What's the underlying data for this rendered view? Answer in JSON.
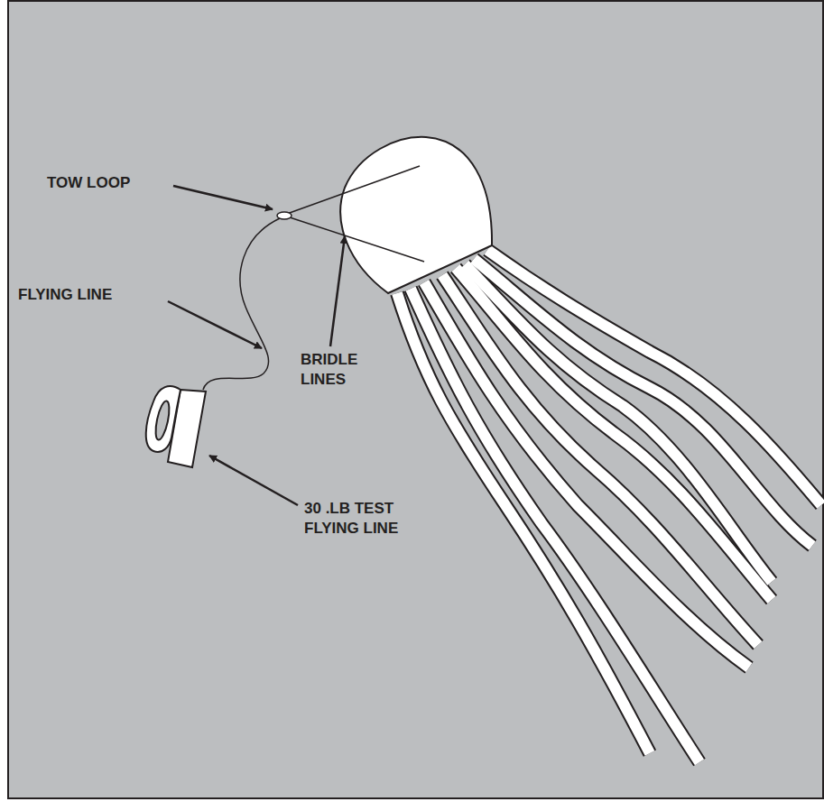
{
  "diagram": {
    "labels": [
      "TOW LOOP",
      "FLYING LINE",
      "BRIDLE LINES",
      "30 .LB TEST FLYING LINE"
    ]
  }
}
